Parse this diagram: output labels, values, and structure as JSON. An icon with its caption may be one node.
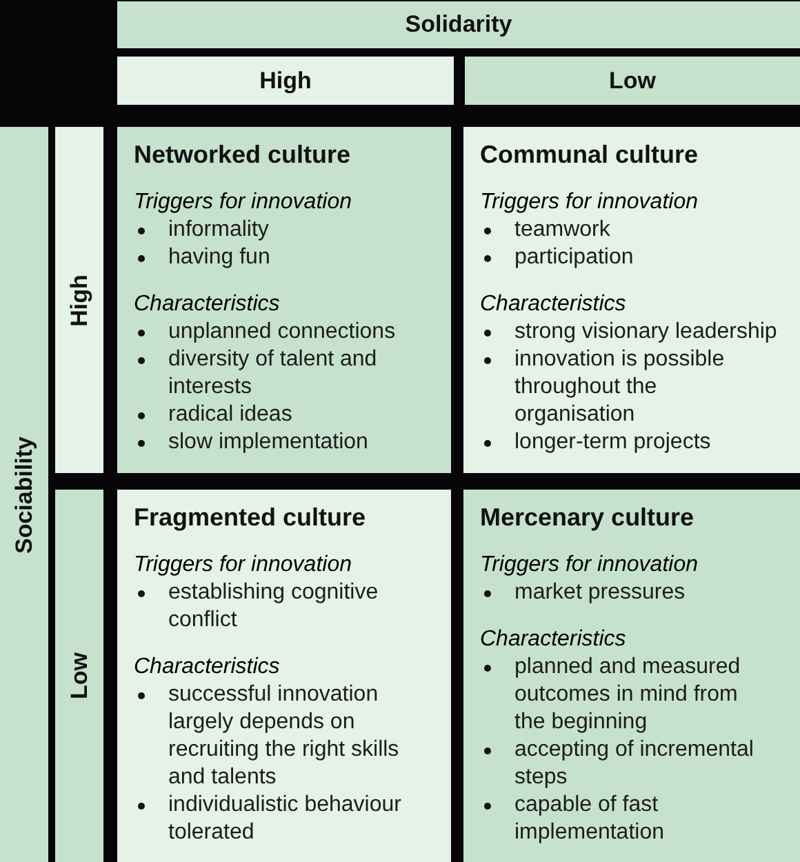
{
  "diagram": {
    "nodes": [
      {
        "text": [
          "Solidarity"
        ]
      },
      {
        "text": [
          "High"
        ]
      },
      {
        "text": [
          "Low"
        ]
      },
      {
        "text": [
          "Sociability"
        ]
      },
      {
        "text": [
          "High"
        ]
      },
      {
        "text": [
          "Networked culture",
          "Triggers for innovation",
          "informality",
          "having fun",
          "Characteristics",
          "unplanned connections",
          "diversity of talent and interests",
          "radical ideas",
          "slow implementation"
        ]
      },
      {
        "text": [
          "Communal culture",
          "Triggers for innovation",
          "teamwork",
          "participation",
          "Characteristics",
          "strong visionary leadership",
          "innovation is possible throughout the organisation",
          "longer-term projects"
        ]
      },
      {
        "text": [
          "Low"
        ]
      },
      {
        "text": [
          "Fragmented culture",
          "Triggers for innovation",
          "establishing cognitive conflict",
          "Characteristics",
          "successful innovation largely depends on recruiting the right skills and talents",
          "individualistic behaviour tolerated"
        ]
      },
      {
        "text": [
          "Mercenary culture",
          "Triggers for innovation",
          "market pressures",
          "Characteristics",
          "planned and measured outcomes in mind from the beginning",
          "accepting of incremental steps",
          "capable of fast implementation"
        ]
      }
    ]
  }
}
